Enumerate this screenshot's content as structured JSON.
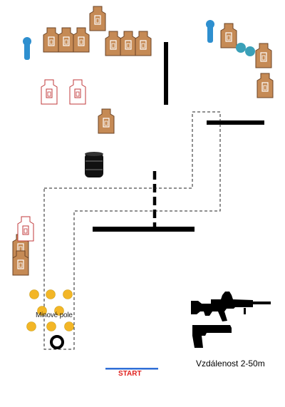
{
  "course": {
    "minefield_label": "Minové pole",
    "distance_label": "Vzdálenost 2-50m",
    "start_label": "START"
  },
  "colors": {
    "target_fill": "#c58a55",
    "target_stroke": "#6b4325",
    "no_shoot_stroke": "#c0393b",
    "popper_fill": "#2e8fcf",
    "steel_plate_fill": "#3aa0b8",
    "mine_fill": "#f3b626",
    "barrier": "#000000",
    "start_line": "#2f6ed6",
    "start_text": "#e0211e"
  },
  "icons": {
    "rifle": "rifle-icon",
    "pistol": "pistol-icon",
    "barrel": "barrel-icon",
    "tire": "tire-icon"
  }
}
